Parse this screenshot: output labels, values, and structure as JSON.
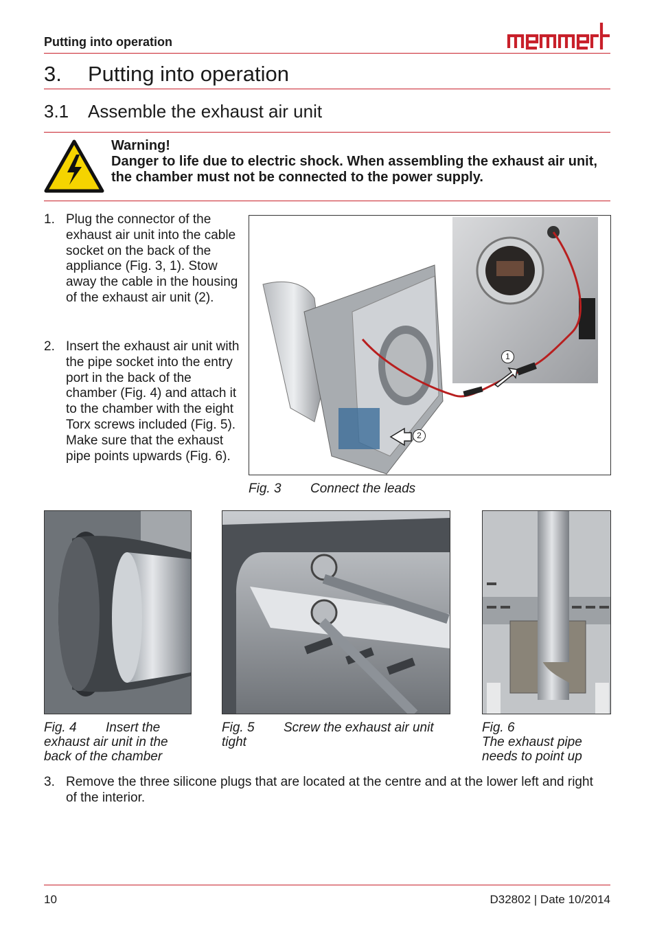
{
  "header": {
    "section_title": "Putting into operation",
    "logo_text": "memmert"
  },
  "heading1": {
    "number": "3.",
    "text": "Putting into operation"
  },
  "heading2": {
    "number": "3.1",
    "text": "Assemble the exhaust air unit"
  },
  "warning": {
    "icon": "electric-shock-warning-icon",
    "title": "Warning!",
    "text": "Danger to life due to electric shock. When assembling the exhaust air unit, the chamber must not be connected to the power supply."
  },
  "steps": [
    {
      "number": "1.",
      "text": "Plug the connector of the exhaust air unit into the cable socket on the back of the appliance (Fig. 3, 1). Stow away the cable in the housing of the exhaust air unit (2)."
    },
    {
      "number": "2.",
      "text": "Insert the exhaust air unit with the pipe socket into the entry port in the back of the chamber (Fig. 4) and attach it to the chamber with the eight Torx screws included (Fig. 5). Make sure that the exhaust pipe points upwards (Fig. 6)."
    },
    {
      "number": "3.",
      "text": "Remove the three silicone plugs that are located at the centre and at the lower left and right of the interior."
    }
  ],
  "figures": {
    "fig3": {
      "label": "Fig. 3",
      "caption": "Connect the leads",
      "callouts": [
        "1",
        "2"
      ]
    },
    "fig4": {
      "label": "Fig. 4",
      "caption": "Insert the exhaust air unit in the back of the chamber"
    },
    "fig5": {
      "label": "Fig. 5",
      "caption": "Screw the exhaust air unit tight"
    },
    "fig6": {
      "label": "Fig. 6",
      "caption": "The exhaust pipe needs to point up"
    }
  },
  "footer": {
    "page_number": "10",
    "doc_info": "D32802 | Date 10/2014"
  },
  "colors": {
    "accent": "#c8202a",
    "warning_yellow": "#f5d400"
  }
}
